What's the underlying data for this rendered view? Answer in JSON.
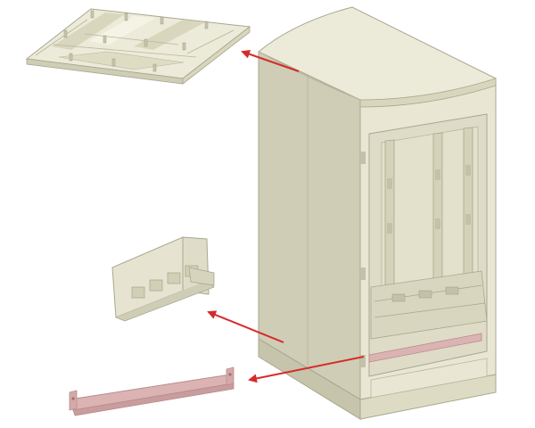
{
  "colors": {
    "background": "#ffffff",
    "enclosure_body": "#e9e7d4",
    "enclosure_shadow": "#cfcdb6",
    "enclosure_edge": "#a9a78f",
    "roof_top": "#ecebd9",
    "roof_panel_light": "#f4f3e6",
    "roof_panel_dark": "#d8d6bc",
    "cable_bracket": "#e6e4d0",
    "base_rail": "#dcb3b3",
    "base_rail_edge": "#b98c8c",
    "arrow": "#d62b2b"
  },
  "parts": [
    {
      "id": "roof-panel",
      "icon": "roof-panel-icon"
    },
    {
      "id": "cabinet-enclosure",
      "icon": "cabinet-enclosure-icon"
    },
    {
      "id": "cable-gland-bracket",
      "icon": "cable-gland-bracket-icon"
    },
    {
      "id": "base-mounting-rail",
      "icon": "base-mounting-rail-icon"
    }
  ],
  "arrows": [
    {
      "from": "cabinet-enclosure",
      "to": "roof-panel"
    },
    {
      "from": "cabinet-enclosure",
      "to": "cable-gland-bracket"
    },
    {
      "from": "cabinet-enclosure",
      "to": "base-mounting-rail"
    }
  ]
}
